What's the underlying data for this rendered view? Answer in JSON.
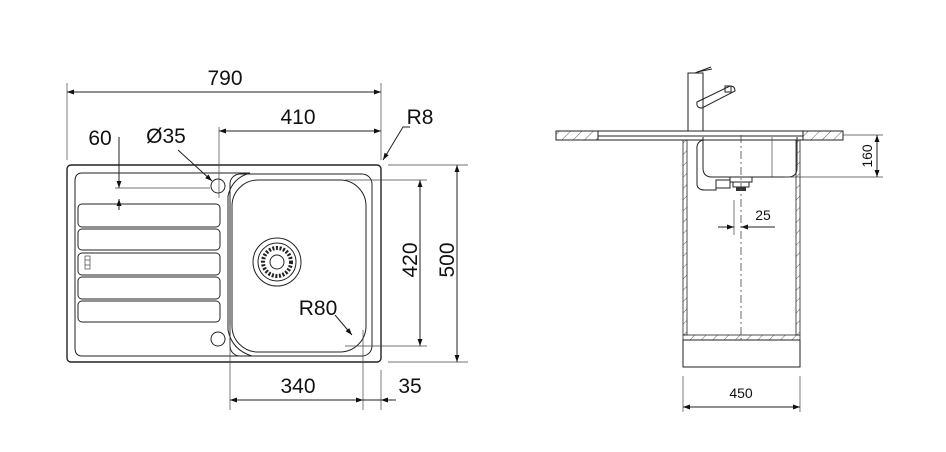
{
  "plan_view": {
    "width_overall": "790",
    "bowl_offset": "410",
    "drainer_offset": "60",
    "tap_hole": "Ø35",
    "corner_radius": "R8",
    "bowl_radius": "R80",
    "bowl_length": "420",
    "depth_overall": "500",
    "bowl_width": "340",
    "rim_width": "35"
  },
  "side_view": {
    "bowl_depth": "160",
    "drain_offset": "25",
    "cabinet_width": "450"
  }
}
